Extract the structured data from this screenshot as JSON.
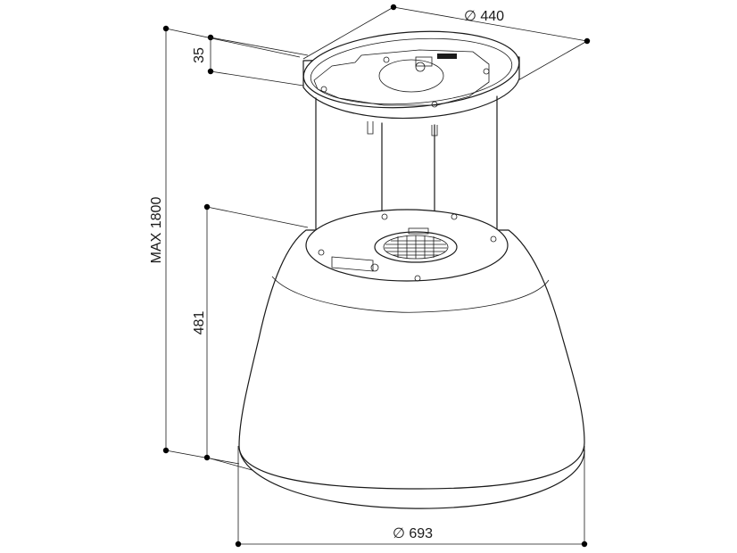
{
  "dimensions": {
    "top_diameter": "∅ 440",
    "top_height": "35",
    "max_height": "MAX 1800",
    "body_height": "481",
    "bottom_diameter": "∅ 693"
  }
}
